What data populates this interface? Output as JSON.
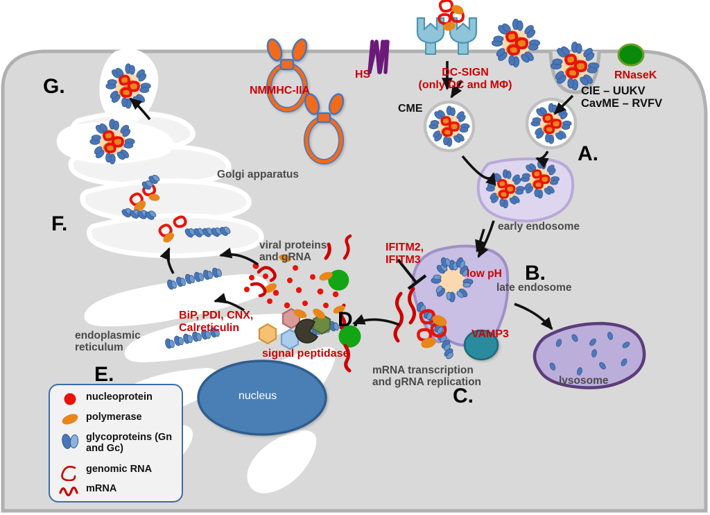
{
  "figure": {
    "title": "Bunyavirus cell entry, replication and egress pathway",
    "type": "biological-pathway-diagram"
  },
  "colors": {
    "cell_fill": "#d9d9d9",
    "cell_border": "#a6a6a6",
    "red_label": "#cc0000",
    "grey_label": "#4a4a4a",
    "black_label": "#000000",
    "nucleus_fill": "#4a7fb5",
    "nucleus_border": "#2f5d8e",
    "early_endosome_fill": "#ded6ef",
    "early_endosome_border": "#b9a8d8",
    "late_endosome_fill": "#c9bee3",
    "late_endosome_border": "#a08fc8",
    "lysosome_fill": "#bcaedb",
    "lysosome_border": "#5c3d7a",
    "organelle_white": "#ffffff",
    "golgi_fill": "#f2f2f2",
    "glycoprotein_blue": "#4a76b8",
    "nucleoprotein_red": "#e8130a",
    "polymerase_orange": "#e8861a",
    "virus_core": "#fbd9b0",
    "rnasek_green": "#0a8a0a",
    "vamp3_teal": "#2b8a9e",
    "dcsign_blue": "#8fc4d9",
    "nmmhc_orange": "#f26a1b",
    "hs_purple": "#6b1a7a",
    "legend_border": "#3d6ca8"
  },
  "receptors": [
    {
      "name": "NMMHC-IIA",
      "label": "NMMHC-IIA",
      "color": "#f26a1b"
    },
    {
      "name": "HS",
      "label": "HS",
      "color": "#6b1a7a"
    },
    {
      "name": "DC-SIGN",
      "label": "DC-SIGN\n(only DC and MΦ)",
      "color": "#8fc4d9"
    },
    {
      "name": "RNaseK",
      "label": "RNaseK",
      "color": "#0a8a0a"
    }
  ],
  "entry": {
    "cme_label": "CME",
    "cie_lines": "CIE – UUKV\nCavME – RVFV"
  },
  "steps": [
    {
      "id": "A",
      "letter": "A.",
      "organelle": "early endosome"
    },
    {
      "id": "B",
      "letter": "B.",
      "organelle": "late endosome",
      "annotation": "low pH"
    },
    {
      "id": "C",
      "letter": "C.",
      "organelle": "lysosome"
    },
    {
      "id": "D",
      "letter": "D."
    },
    {
      "id": "E",
      "letter": "E.",
      "organelle": "endoplasmic\nreticulum"
    },
    {
      "id": "F",
      "letter": "F.",
      "organelle": "Golgi apparatus"
    },
    {
      "id": "G",
      "letter": "G."
    }
  ],
  "annotations": {
    "ifitm": "IFITM2,\nIFITM3",
    "low_ph": "low pH",
    "vamp3": "VAMP3",
    "transcription": "mRNA transcription\nand gRNA replication",
    "viral_proteins": "viral proteins\nand gRNA",
    "chaperones": "BiP, PDI, CNX,\nCalreticulin",
    "signal_peptidase": "signal peptidase",
    "early_endosome": "early endosome",
    "late_endosome": "late endosome",
    "lysosome": "lysosome",
    "golgi": "Golgi apparatus",
    "er": "endoplasmic\nreticulum",
    "nucleus": "nucleus"
  },
  "legend": {
    "items": [
      {
        "icon": "nucleoprotein-dot-icon",
        "label": "nucleoprotein",
        "color": "#e8130a"
      },
      {
        "icon": "polymerase-oval-icon",
        "label": "polymerase",
        "color": "#e8861a"
      },
      {
        "icon": "glycoprotein-pair-icon",
        "label": "glycoproteins\n(Gn and Gc)",
        "color": "#4a76b8"
      },
      {
        "icon": "genomic-rna-loop-icon",
        "label": "genomic RNA",
        "color": "#cc0000"
      },
      {
        "icon": "mrna-squiggle-icon",
        "label": "mRNA",
        "color": "#cc0000"
      }
    ]
  }
}
